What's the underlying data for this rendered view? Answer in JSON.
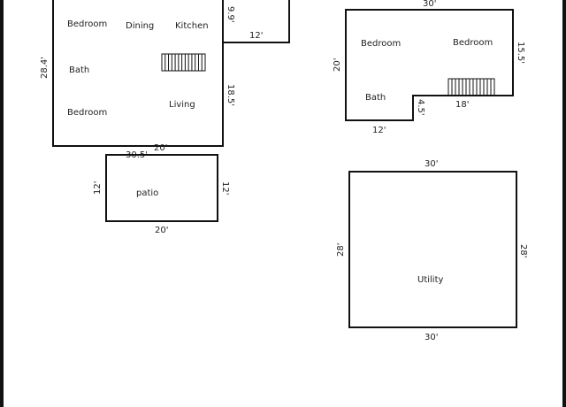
{
  "floor_plans": [
    {
      "rooms": [
        "Bedroom",
        "Dining",
        "Kitchen",
        "Bath",
        "Living",
        "Bedroom"
      ],
      "dimensions": [
        "9.9'",
        "12'",
        "28.4'",
        "18.5'",
        "20'",
        "30.5'"
      ]
    },
    {
      "rooms": [
        "patio"
      ],
      "dimensions": [
        "12'",
        "12'",
        "20'"
      ]
    },
    {
      "rooms": [
        "Bedroom",
        "Bedroom",
        "Bath"
      ],
      "dimensions": [
        "30'",
        "20'",
        "15.5'",
        "4.5'",
        "18'",
        "12'"
      ]
    },
    {
      "rooms": [
        "Utility"
      ],
      "dimensions": [
        "30'",
        "28'",
        "28'",
        "30'"
      ]
    }
  ]
}
